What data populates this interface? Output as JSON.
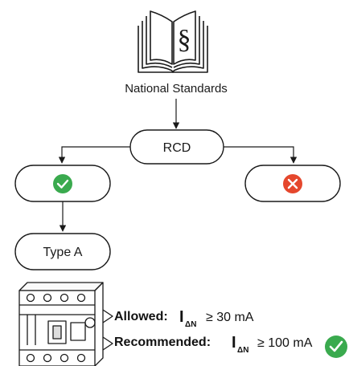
{
  "standards": {
    "label": "National Standards",
    "icon": "law-book-icon"
  },
  "rcd": {
    "label": "RCD"
  },
  "branch_ok": {
    "icon": "check-circle-icon",
    "color": "#3aaa4e"
  },
  "branch_no": {
    "icon": "cross-circle-icon",
    "color": "#e5472d"
  },
  "type": {
    "label": "Type A"
  },
  "rules": [
    {
      "prefix": "Allowed:",
      "symbol": "I",
      "subscript": "ΔN",
      "relation": "≥ 30 mA"
    },
    {
      "prefix": "Recommended:",
      "symbol": "I",
      "subscript": "ΔN",
      "relation": "≥ 100 mA",
      "badge_color": "#3aaa4e"
    }
  ]
}
